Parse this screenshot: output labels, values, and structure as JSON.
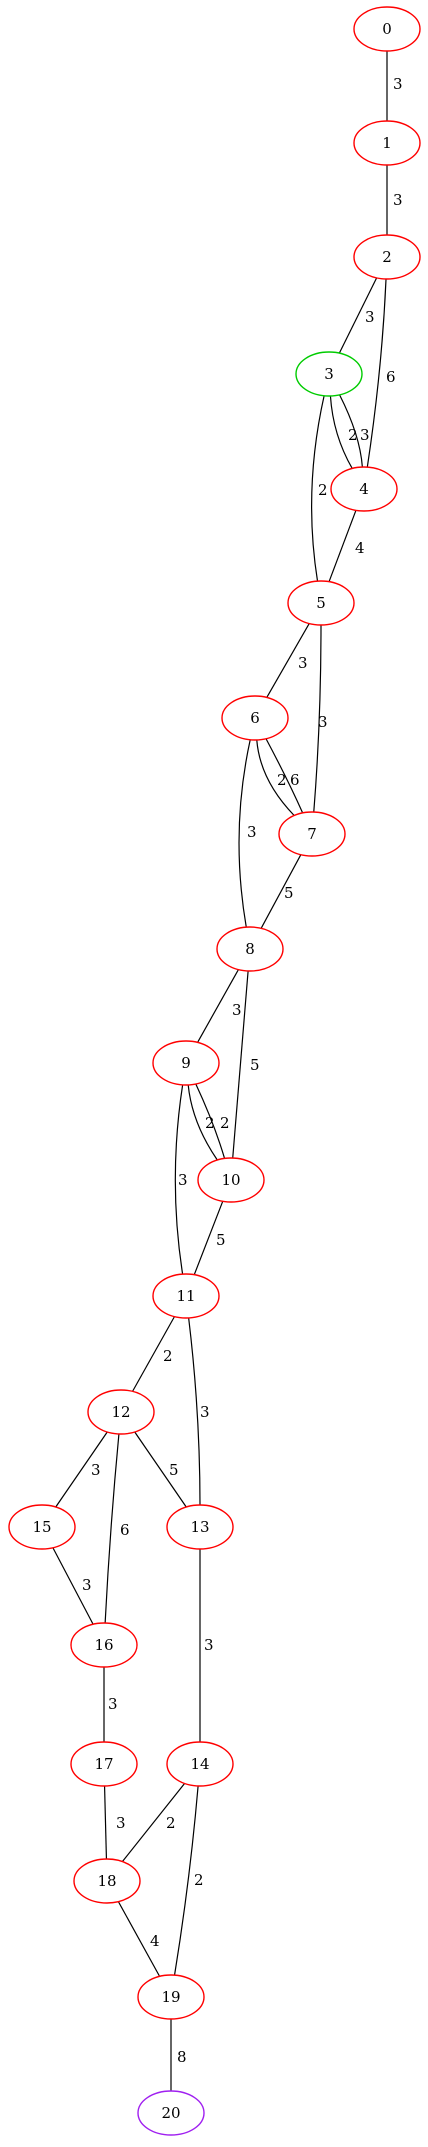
{
  "graph": {
    "colors": {
      "default_node": "#ff0000",
      "start_node": "#00cc00",
      "end_node": "#a020f0",
      "edge": "#000000"
    },
    "nodes": [
      {
        "id": "0",
        "label": "0",
        "status": "default"
      },
      {
        "id": "1",
        "label": "1",
        "status": "default"
      },
      {
        "id": "2",
        "label": "2",
        "status": "default"
      },
      {
        "id": "3",
        "label": "3",
        "status": "start"
      },
      {
        "id": "4",
        "label": "4",
        "status": "default"
      },
      {
        "id": "5",
        "label": "5",
        "status": "default"
      },
      {
        "id": "6",
        "label": "6",
        "status": "default"
      },
      {
        "id": "7",
        "label": "7",
        "status": "default"
      },
      {
        "id": "8",
        "label": "8",
        "status": "default"
      },
      {
        "id": "9",
        "label": "9",
        "status": "default"
      },
      {
        "id": "10",
        "label": "10",
        "status": "default"
      },
      {
        "id": "11",
        "label": "11",
        "status": "default"
      },
      {
        "id": "12",
        "label": "12",
        "status": "default"
      },
      {
        "id": "13",
        "label": "13",
        "status": "default"
      },
      {
        "id": "14",
        "label": "14",
        "status": "default"
      },
      {
        "id": "15",
        "label": "15",
        "status": "default"
      },
      {
        "id": "16",
        "label": "16",
        "status": "default"
      },
      {
        "id": "17",
        "label": "17",
        "status": "default"
      },
      {
        "id": "18",
        "label": "18",
        "status": "default"
      },
      {
        "id": "19",
        "label": "19",
        "status": "default"
      },
      {
        "id": "20",
        "label": "20",
        "status": "end"
      }
    ],
    "edges": [
      {
        "from": "0",
        "to": "1",
        "weight": "3"
      },
      {
        "from": "1",
        "to": "2",
        "weight": "3"
      },
      {
        "from": "2",
        "to": "3",
        "weight": "3"
      },
      {
        "from": "2",
        "to": "4",
        "weight": "6"
      },
      {
        "from": "3",
        "to": "4",
        "weight": "2"
      },
      {
        "from": "3",
        "to": "4",
        "weight": "3"
      },
      {
        "from": "3",
        "to": "5",
        "weight": "2"
      },
      {
        "from": "4",
        "to": "5",
        "weight": "4"
      },
      {
        "from": "5",
        "to": "6",
        "weight": "3"
      },
      {
        "from": "5",
        "to": "7",
        "weight": "3"
      },
      {
        "from": "6",
        "to": "7",
        "weight": "2"
      },
      {
        "from": "6",
        "to": "7",
        "weight": "6"
      },
      {
        "from": "6",
        "to": "8",
        "weight": "3"
      },
      {
        "from": "7",
        "to": "8",
        "weight": "5"
      },
      {
        "from": "8",
        "to": "9",
        "weight": "3"
      },
      {
        "from": "8",
        "to": "10",
        "weight": "5"
      },
      {
        "from": "9",
        "to": "10",
        "weight": "2"
      },
      {
        "from": "9",
        "to": "10",
        "weight": "2"
      },
      {
        "from": "9",
        "to": "11",
        "weight": "3"
      },
      {
        "from": "10",
        "to": "11",
        "weight": "5"
      },
      {
        "from": "11",
        "to": "12",
        "weight": "2"
      },
      {
        "from": "11",
        "to": "13",
        "weight": "3"
      },
      {
        "from": "12",
        "to": "15",
        "weight": "3"
      },
      {
        "from": "12",
        "to": "13",
        "weight": "5"
      },
      {
        "from": "12",
        "to": "16",
        "weight": "6"
      },
      {
        "from": "15",
        "to": "16",
        "weight": "3"
      },
      {
        "from": "13",
        "to": "14",
        "weight": "3"
      },
      {
        "from": "16",
        "to": "17",
        "weight": "3"
      },
      {
        "from": "17",
        "to": "18",
        "weight": "3"
      },
      {
        "from": "14",
        "to": "18",
        "weight": "2"
      },
      {
        "from": "14",
        "to": "19",
        "weight": "2"
      },
      {
        "from": "18",
        "to": "19",
        "weight": "4"
      },
      {
        "from": "19",
        "to": "20",
        "weight": "8"
      }
    ]
  }
}
